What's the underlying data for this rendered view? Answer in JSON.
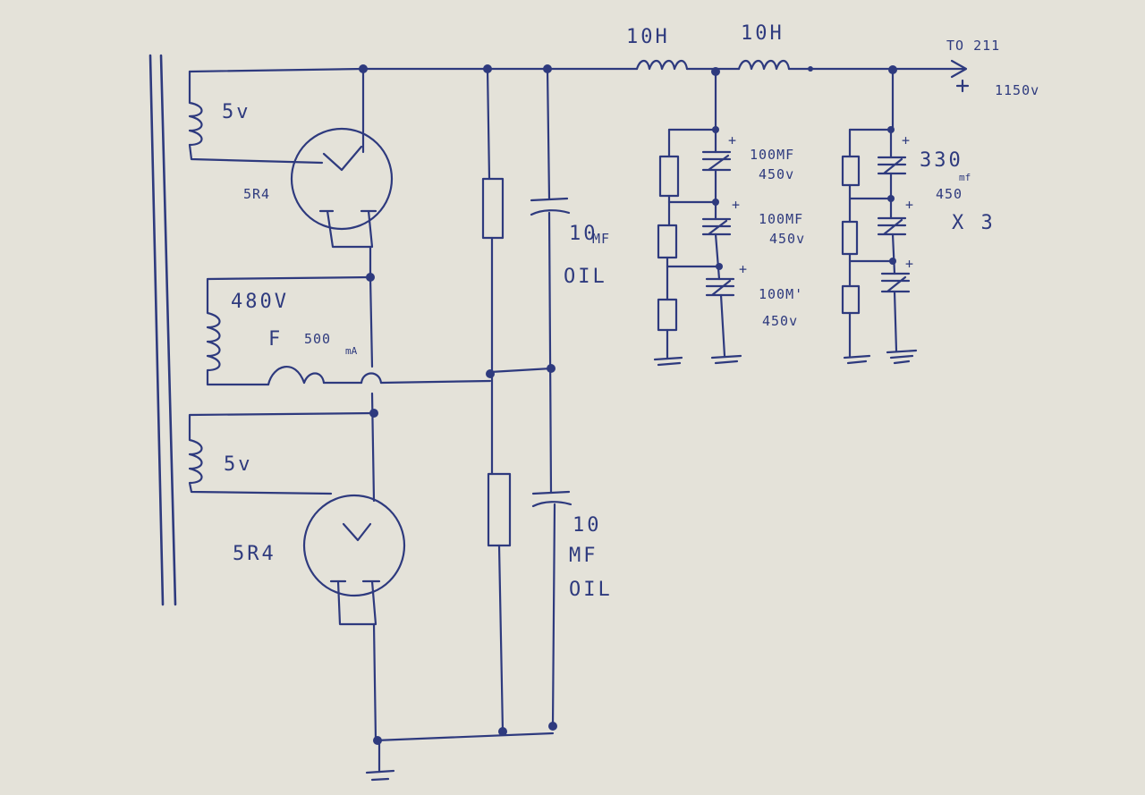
{
  "labels": {
    "choke1": "10H",
    "choke2": "10H",
    "to": "TO 211",
    "output_voltage": "1150v",
    "heater_top": "5v",
    "tube_top": "5R4",
    "hv_winding": "480V",
    "fuse_f": "F",
    "fuse_value": "500",
    "fuse_unit": "mA",
    "heater_bottom": "5v",
    "tube_bottom": "5R4",
    "cap_top_value": "10",
    "cap_top_unit": "MF",
    "cap_top_type": "OIL",
    "cap_bot_value": "10",
    "cap_bot_unit": "MF",
    "cap_bot_type": "OIL",
    "bank1_c1_value": "100MF",
    "bank1_c1_voltage": "450v",
    "bank1_c2_value": "100MF",
    "bank1_c2_voltage": "450v",
    "bank1_c3_value": "100M'",
    "bank1_c3_voltage": "450v",
    "bank2_value": "330",
    "bank2_unit": "mf",
    "bank2_voltage": "450",
    "bank2_count": "X 3"
  },
  "icons": {
    "plus": "+"
  },
  "colors": {
    "paper": "#e4e2d9",
    "ink": "#2e3a7e"
  }
}
